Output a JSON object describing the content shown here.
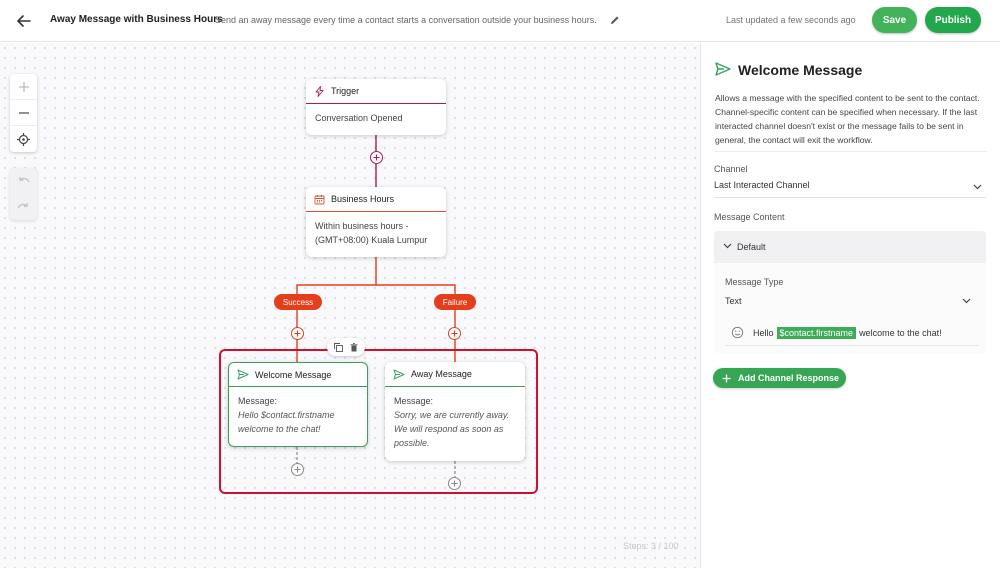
{
  "header": {
    "title": "Away Message with Business Hours",
    "description": "Send an away message every time a contact starts a conversation outside your business hours.",
    "last_updated": "Last updated a few seconds ago",
    "save_label": "Save",
    "publish_label": "Publish"
  },
  "canvas": {
    "steps": "Steps: 3 / 100",
    "nodes": {
      "trigger": {
        "title": "Trigger",
        "body": "Conversation Opened"
      },
      "business_hours": {
        "title": "Business Hours",
        "body_line1": "Within business hours -",
        "body_line2": "(GMT+08:00) Kuala Lumpur"
      },
      "welcome": {
        "title": "Welcome Message",
        "label": "Message:",
        "line1": "Hello $contact.firstname",
        "line2": "welcome to the chat!"
      },
      "away": {
        "title": "Away Message",
        "label": "Message:",
        "line1": "Sorry, we are currently away.",
        "line2": "We will respond as soon as",
        "line3": "possible."
      }
    },
    "branches": {
      "success": "Success",
      "failure": "Failure"
    }
  },
  "panel": {
    "title": "Welcome Message",
    "description": "Allows a message with the specified content to be sent to the contact. Channel-specific content can be specified when necessary. If the last interacted channel doesn't exist or the message fails to be sent in general, the contact will exit the workflow.",
    "channel_label": "Channel",
    "channel_value": "Last Interacted Channel",
    "content_label": "Message Content",
    "default_label": "Default",
    "type_label": "Message Type",
    "type_value": "Text",
    "msg_prefix": "Hello",
    "msg_variable": "$contact.firstname",
    "msg_suffix": "welcome to the chat!",
    "add_channel_label": "Add Channel Response"
  },
  "colors": {
    "accent_green": "#34a853",
    "trigger_line": "#a71d5d",
    "branch_red": "#e43e1d",
    "selection_red": "#d0112b"
  }
}
